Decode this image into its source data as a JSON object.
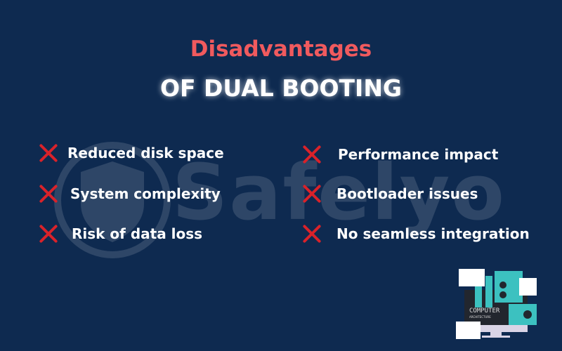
{
  "title": {
    "line1": "Disadvantages",
    "line2": "OF DUAL BOOTING"
  },
  "watermark": "Safelyo",
  "left_items": [
    "Reduced disk space",
    "System complexity",
    "Risk of data loss"
  ],
  "right_items": [
    "Performance impact",
    "Bootloader issues",
    "No seamless integration"
  ],
  "illustration": {
    "text1": "COMPUTER",
    "text2": "ARCHITECTURE"
  },
  "colors": {
    "background": "#0e2a50",
    "accent": "#f05a5e",
    "cross": "#d9222a"
  }
}
